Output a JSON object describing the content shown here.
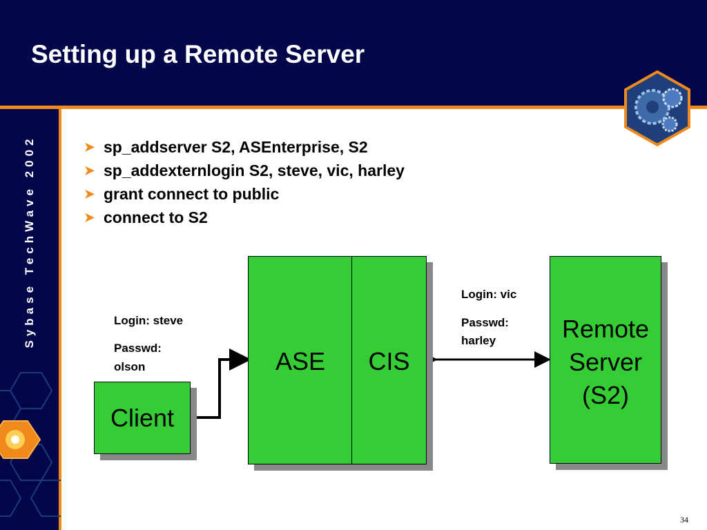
{
  "slide": {
    "title": "Setting up a Remote Server",
    "sidebar_text": "Sybase TechWave 2002",
    "page_number": "34"
  },
  "bullets": [
    "sp_addserver S2, ASEnterprise, S2",
    "sp_addexternlogin S2, steve, vic, harley",
    "grant connect to public",
    "connect to S2"
  ],
  "diagram": {
    "client": "Client",
    "ase": "ASE",
    "cis": "CIS",
    "remote_line1": "Remote",
    "remote_line2": "Server",
    "remote_line3": "(S2)",
    "client_login": "Login: steve",
    "client_passwd_label": "Passwd:",
    "client_passwd_value": "olson",
    "remote_login": "Login: vic",
    "remote_passwd_label": "Passwd:",
    "remote_passwd_value": "harley"
  },
  "colors": {
    "header": "#04064a",
    "accent": "#f08a1c",
    "box_fill": "#35cc35",
    "box_shadow": "#888888"
  }
}
